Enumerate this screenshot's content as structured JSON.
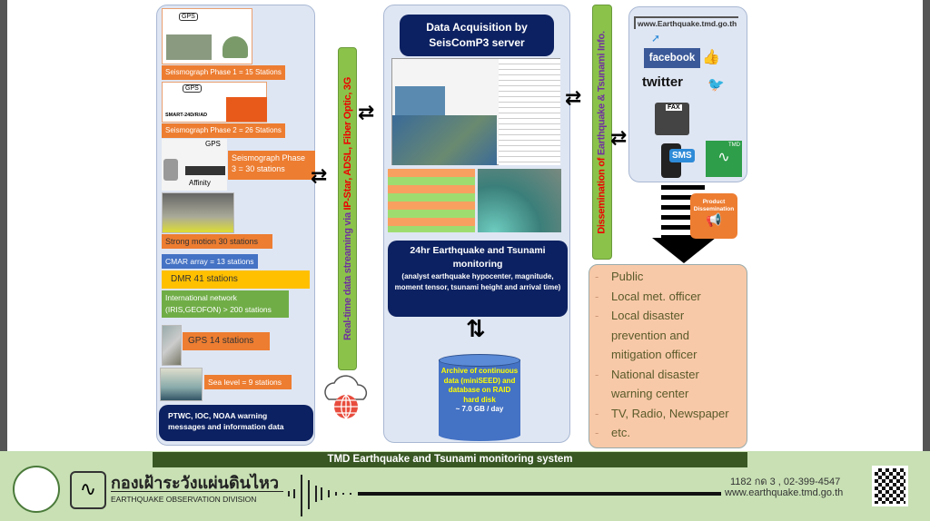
{
  "left_panel": {
    "items": [
      "Seismograph Phase 1 = 15 Stations",
      "Seismograph Phase 2 = 26 Stations",
      "Seismograph Phase 3 = 30 stations",
      "Strong motion 30 stations",
      "CMAR array = 13 stations",
      "DMR 41 stations",
      "International network (IRIS,GEOFON) > 200 stations",
      "GPS 14 stations",
      "Sea level = 9 stations"
    ],
    "photo_labels": {
      "gps1": "GPS",
      "gps2": "GPS",
      "smart": "SMART-24D/R/AD",
      "gps3": "GPS",
      "affinity": "Affinity"
    },
    "warning_box": "PTWC, IOC, NOAA warning messages and information data"
  },
  "stream_bar": {
    "part1": "Real-time data streaming ",
    "part2": "via ",
    "part3": "IP-Star, ADSL, Fiber Optic, 3G"
  },
  "center_panel": {
    "title": "Data Acquisition by SeisComP3 server",
    "monitoring_title": "24hr Earthquake and Tsunami monitoring",
    "monitoring_desc": "(analyst earthquake hypocenter, magnitude, moment tensor, tsunami height and arrival time)",
    "archive": "Archive of continuous data (miniSEED) and database on RAID hard disk",
    "archive_rate": "~ 7.0 GB / day"
  },
  "dissemination_bar": {
    "part1": "Dissemination of ",
    "part2": "Earthquake & Tsunami Info."
  },
  "channels": {
    "website": "www.Earthquake.tmd.go.th",
    "facebook": "facebook",
    "twitter": "twitter",
    "fax": "FAX",
    "sms": "SMS",
    "tmd": "TMD"
  },
  "product_box": "Product Dissemination",
  "recipients": [
    "Public",
    "Local met. officer",
    "Local disaster prevention and mitigation officer",
    "National disaster warning center",
    "TV, Radio, Newspaper",
    "etc."
  ],
  "footer": {
    "title": "TMD Earthquake and Tsunami monitoring system",
    "division_thai": "กองเฝ้าระวังแผ่นดินไหว",
    "division_en": "EARTHQUAKE OBSERVATION DIVISION",
    "phone": "1182 กด 3 , 02-399-4547",
    "url": "www.earthquake.tmd.go.th"
  },
  "colors": {
    "navy": "#0c2161",
    "orange": "#ed7d31",
    "green_bar": "#8bc34a",
    "footer_green": "#c8e0b4",
    "title_green": "#385723"
  }
}
